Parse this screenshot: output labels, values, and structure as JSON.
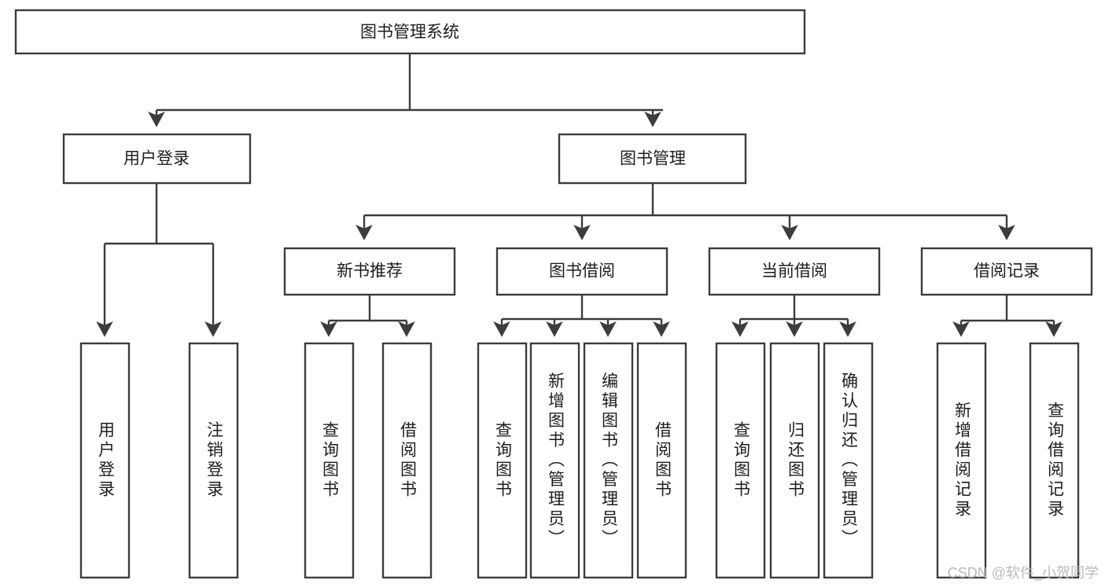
{
  "diagram": {
    "type": "tree-hierarchy-chart",
    "title": "图书管理系统",
    "colors": {
      "background": "#ffffff",
      "box_stroke": "#3c3c3c",
      "box_fill": "#ffffff",
      "text": "#1d1d1d",
      "watermark": "#b9b9b9"
    },
    "root": {
      "label": "图书管理系统"
    },
    "level2": [
      {
        "label": "用户登录"
      },
      {
        "label": "图书管理"
      }
    ],
    "level3": [
      {
        "label": "新书推荐"
      },
      {
        "label": "图书借阅"
      },
      {
        "label": "当前借阅"
      },
      {
        "label": "借阅记录"
      }
    ],
    "leaves": {
      "user_login": [
        {
          "label": "用户登录"
        },
        {
          "label": "注销登录"
        }
      ],
      "new_book_recommend": [
        {
          "label": "查询图书"
        },
        {
          "label": "借阅图书"
        }
      ],
      "book_borrow": [
        {
          "label": "查询图书"
        },
        {
          "label": "新增图书（管理员）"
        },
        {
          "label": "编辑图书（管理员）"
        },
        {
          "label": "借阅图书"
        }
      ],
      "current_borrow": [
        {
          "label": "查询图书"
        },
        {
          "label": "归还图书"
        },
        {
          "label": "确认归还（管理员）"
        }
      ],
      "borrow_record": [
        {
          "label": "新增借阅记录"
        },
        {
          "label": "查询借阅记录"
        }
      ]
    }
  },
  "watermark": {
    "text": "CSDN @软件_小贺同学"
  }
}
